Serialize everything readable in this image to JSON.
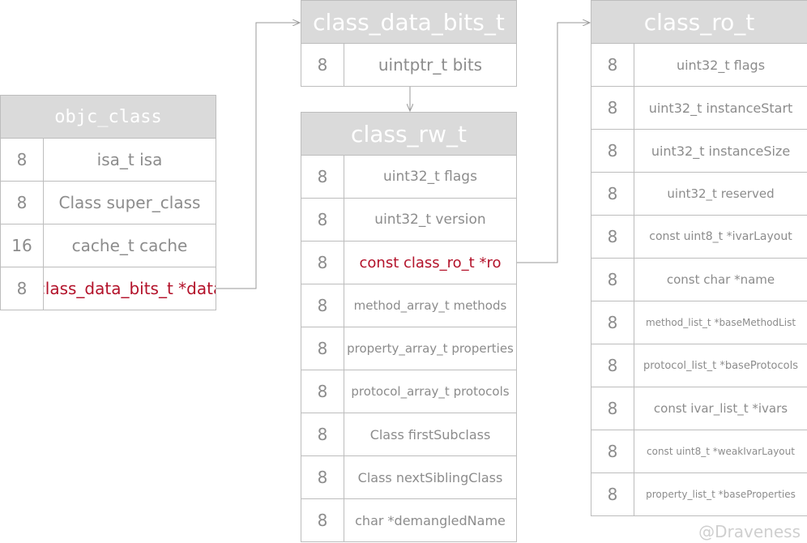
{
  "objc_class": {
    "title": "objc_class",
    "rows": [
      {
        "size": "8",
        "field": "isa_t isa"
      },
      {
        "size": "8",
        "field": "Class super_class"
      },
      {
        "size": "16",
        "field": "cache_t cache"
      },
      {
        "size": "8",
        "field": "class_data_bits_t *data"
      }
    ]
  },
  "class_data_bits_t": {
    "title": "class_data_bits_t",
    "rows": [
      {
        "size": "8",
        "field": "uintptr_t bits"
      }
    ]
  },
  "class_rw_t": {
    "title": "class_rw_t",
    "rows": [
      {
        "size": "8",
        "field": "uint32_t flags"
      },
      {
        "size": "8",
        "field": "uint32_t version"
      },
      {
        "size": "8",
        "field": "const class_ro_t *ro"
      },
      {
        "size": "8",
        "field": "method_array_t methods"
      },
      {
        "size": "8",
        "field": "property_array_t properties"
      },
      {
        "size": "8",
        "field": "protocol_array_t protocols"
      },
      {
        "size": "8",
        "field": "Class firstSubclass"
      },
      {
        "size": "8",
        "field": "Class nextSiblingClass"
      },
      {
        "size": "8",
        "field": "char *demangledName"
      }
    ]
  },
  "class_ro_t": {
    "title": "class_ro_t",
    "rows": [
      {
        "size": "8",
        "field": "uint32_t flags"
      },
      {
        "size": "8",
        "field": "uint32_t instanceStart"
      },
      {
        "size": "8",
        "field": "uint32_t instanceSize"
      },
      {
        "size": "8",
        "field": "uint32_t reserved"
      },
      {
        "size": "8",
        "field": "const uint8_t *ivarLayout"
      },
      {
        "size": "8",
        "field": "const char *name"
      },
      {
        "size": "8",
        "field": "method_list_t *baseMethodList"
      },
      {
        "size": "8",
        "field": "protocol_list_t *baseProtocols"
      },
      {
        "size": "8",
        "field": "const ivar_list_t *ivars"
      },
      {
        "size": "8",
        "field": "const uint8_t *weakIvarLayout"
      },
      {
        "size": "8",
        "field": "property_list_t *baseProperties"
      }
    ]
  },
  "watermark": "@Draveness",
  "colors": {
    "header_bg": "#dadada",
    "border": "#bdbdbd",
    "text": "#8c8c8c",
    "highlight": "#b3122a"
  }
}
